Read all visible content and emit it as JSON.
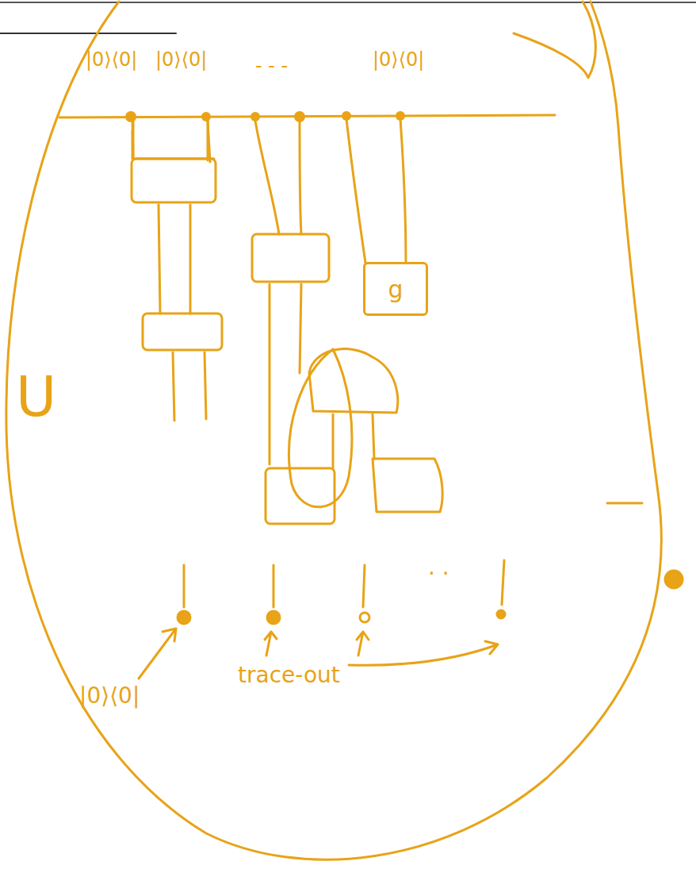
{
  "diagram": {
    "nodes": [
      {
        "text": [
          "g"
        ]
      }
    ],
    "labels": [
      "|0⟩⟨0|",
      "|0⟩⟨0|",
      "- - -",
      "|0⟩⟨0|",
      "U",
      ". .",
      "|0⟩⟨0|",
      "trace-out"
    ]
  }
}
